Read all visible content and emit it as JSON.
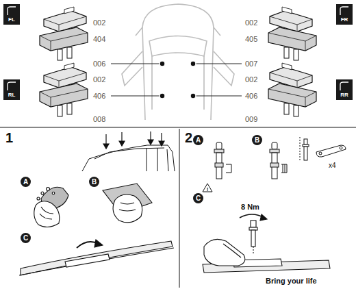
{
  "diagram": {
    "nodes": [
      {
        "text": [
          "FL"
        ]
      },
      {
        "text": [
          "FR"
        ]
      },
      {
        "text": [
          "RL"
        ]
      },
      {
        "text": [
          "RR"
        ]
      },
      {
        "text": [
          "A"
        ]
      },
      {
        "text": [
          "B"
        ]
      },
      {
        "text": [
          "C"
        ]
      },
      {
        "text": [
          "A"
        ]
      },
      {
        "text": [
          "B"
        ]
      },
      {
        "text": [
          "C"
        ]
      }
    ],
    "labels": [
      "002",
      "404",
      "006",
      "002",
      "406",
      "008",
      "002",
      "405",
      "007",
      "002",
      "406",
      "009",
      "1",
      "2",
      "x4",
      "8 Nm",
      "Bring your life"
    ]
  }
}
